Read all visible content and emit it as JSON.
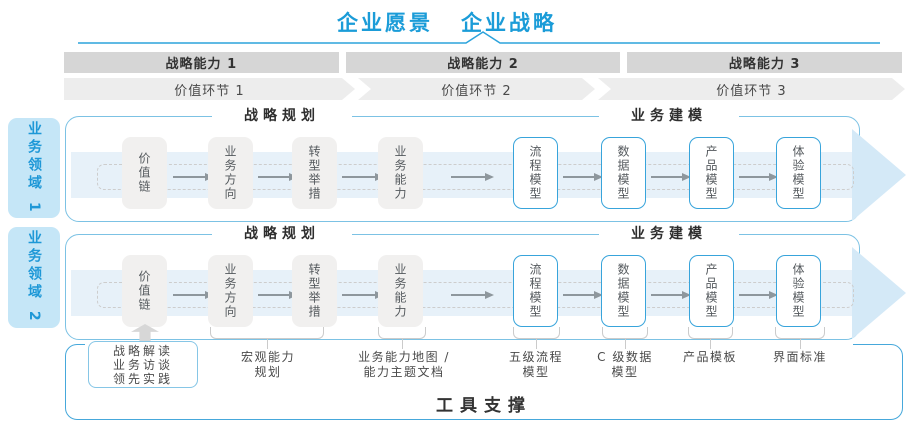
{
  "title": {
    "vision": "企业愿景",
    "strategy": "企业战略"
  },
  "capability_bars": [
    {
      "label": "战略能力 1"
    },
    {
      "label": "战略能力 2"
    },
    {
      "label": "战略能力 3"
    }
  ],
  "value_links": [
    {
      "label": "价值环节 1"
    },
    {
      "label": "价值环节 2"
    },
    {
      "label": "价值环节 3"
    }
  ],
  "domains": [
    {
      "label": "业务领域 1",
      "sections": {
        "planning": "战略规划",
        "modeling": "业务建模"
      },
      "boxes": [
        {
          "label": "价值链"
        },
        {
          "label": "业务方向"
        },
        {
          "label": "转型举措"
        },
        {
          "label": "业务能力"
        },
        {
          "label": "流程模型"
        },
        {
          "label": "数据模型"
        },
        {
          "label": "产品模型"
        },
        {
          "label": "体验模型"
        }
      ]
    },
    {
      "label": "业务领域 2",
      "sections": {
        "planning": "战略规划",
        "modeling": "业务建模"
      },
      "boxes": [
        {
          "label": "价值链"
        },
        {
          "label": "业务方向"
        },
        {
          "label": "转型举措"
        },
        {
          "label": "业务能力"
        },
        {
          "label": "流程模型"
        },
        {
          "label": "数据模型"
        },
        {
          "label": "产品模型"
        },
        {
          "label": "体验模型"
        }
      ]
    }
  ],
  "annotations": {
    "practice_box": {
      "line1": "战略解读",
      "line2": "业务访谈",
      "line3": "领先实践"
    },
    "items": [
      {
        "line1": "宏观能力",
        "line2": "规划"
      },
      {
        "line1": "业务能力地图 /",
        "line2": "能力主题文档"
      },
      {
        "line1": "五级流程",
        "line2": "模型"
      },
      {
        "line1": "C 级数据",
        "line2": "模型"
      },
      {
        "line1": "产品模板",
        "line2": ""
      },
      {
        "line1": "界面标准",
        "line2": ""
      }
    ]
  },
  "tool_support": {
    "label": "工具支撑"
  },
  "colors": {
    "accent_blue": "#1B9CD8",
    "line_blue": "#2BA3DC",
    "bar_gray": "#D6D6D6",
    "chevron_gray": "#EDEDED",
    "chip_fill": "#C5E6F7",
    "row_border": "#7CC2E4",
    "band_fill": "#E7F1F9",
    "arrowhead_fill": "#D4E9F7",
    "gray_box_fill": "#F1F0EF",
    "model_box_border": "#38A4DB",
    "tool_border": "#46A8DB"
  }
}
